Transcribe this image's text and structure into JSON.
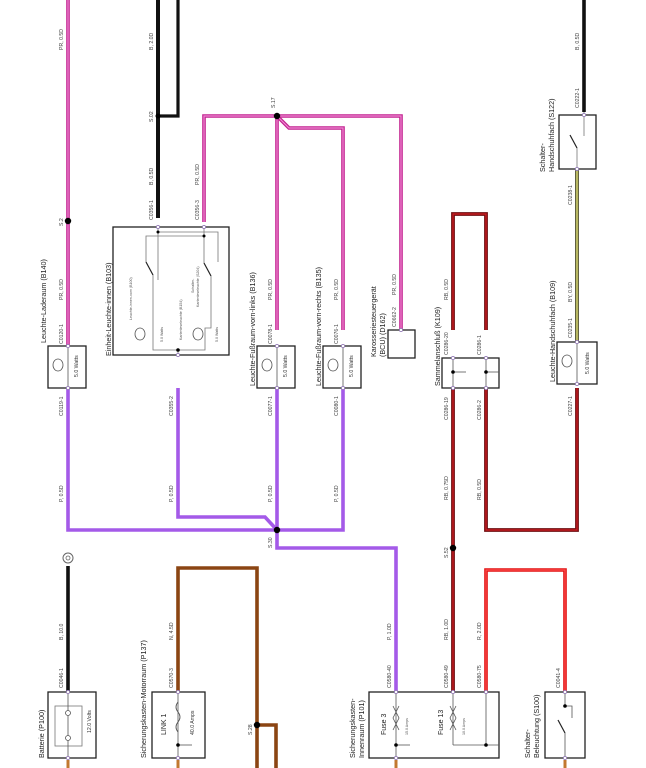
{
  "colors": {
    "black": "#111111",
    "pink": "#c2228f",
    "pink_core": "#f08ad3",
    "violet": "#a45ae8",
    "violet_core": "#c79af0",
    "darkred": "#6e0f12",
    "darkred_core": "#d41d23",
    "red": "#e01010",
    "red_core": "#ff5050",
    "brown": "#8b4513",
    "brown_core": "#c2782f",
    "yellow": "#3a3a10",
    "yellow_core": "#d8d878"
  },
  "components": {
    "b140": {
      "name": "Leuchte-Laderaum (B140)",
      "rating": "5.0 Watts"
    },
    "b103": {
      "name": "Einheit-Leuchte-innen (B103)",
      "sub1": "Leuchte-innen-vorn (B100)",
      "sub2": "Kartenleseleuchte (B154)",
      "sub3a": "Schalter-",
      "sub3b": "Kartenleseleuchte (S204)",
      "r1": "5.0 Watts",
      "r2": "5.0 Watts"
    },
    "b136": {
      "name": "Leuchte-Fußraum-vorn-links (B136)",
      "rating": "5.0 Watts"
    },
    "b135": {
      "name": "Leuchte-Fußraum-vorn-rechts (B135)",
      "rating": "5.0 Watts"
    },
    "d162": {
      "name1": "Karosseriesteuergerät",
      "name2": "(BCU) (D162)"
    },
    "k109": {
      "name": "Sammelanschluß (K109)"
    },
    "b109": {
      "name": "Leuchte-Handschuhfach (B109)",
      "rating": "5.0 Watts"
    },
    "s122": {
      "name1": "Schalter-",
      "name2": "Handschuhfach (S122)"
    },
    "p100": {
      "name": "Batterie (P100)",
      "rating": "12.0 Volts"
    },
    "p137": {
      "name": "Sicherungskasten-Motorraum (P137)",
      "fuse": "LINK 1",
      "rating": "40.0 Amps"
    },
    "p101": {
      "name1": "Sicherungskasten-",
      "name2": "Innenraum (P101)",
      "fuse3": "Fuse 3",
      "fuse3_rating": "15.0 Amps",
      "fuse13": "Fuse 13",
      "fuse13_rating": "10.0 Amps"
    },
    "s100": {
      "name1": "Schalter-",
      "name2": "Beleuchtung (S100)"
    }
  },
  "wire_labels": {
    "w1": "PR, 0.5D",
    "w2": "B, 2.0D",
    "s02": "S.02",
    "s2": "S.2",
    "w3": "B, 0.5D",
    "c0356_1": "C0356-1",
    "w4": "PR, 0.5D",
    "c0356_3": "C0356-3",
    "s17": "S.17",
    "c0120_1": "C0120-1",
    "w5": "PR, 0.5D",
    "c0078_1": "C0078-1",
    "w6": "PR, 0.5D",
    "c0076_1": "C0076-1",
    "w7": "PR, 0.5D",
    "c0662_2": "C0662-2",
    "w8": "PR, 0.5D",
    "c0286_20": "C0286-20",
    "w9": "RB, 0.5D",
    "c0286_1": "C0286-1",
    "c0235_1": "C0235-1",
    "w10": "BY, 0.5D",
    "c0238_1": "C0238-1",
    "c0222_1": "C0222-1",
    "w11": "B, 0.5D",
    "c0119_1": "C0119-1",
    "w12": "P, 0.5D",
    "c0355_2": "C0355-2",
    "w13": "P, 0.5D",
    "c0077_1": "C0077-1",
    "w14": "P, 0.5D",
    "c0080_1": "C0080-1",
    "w15": "P, 0.5D",
    "s30": "S.30",
    "c0286_19": "C0286-19",
    "w16": "RB, 0.75D",
    "c0286_2": "C0286-2",
    "w17": "RB, 0.5D",
    "c0227_1": "C0227-1",
    "s52": "S.52",
    "c0046_1": "C0046-1",
    "w18": "B, 10.0",
    "c0570_3": "C0570-3",
    "w19": "N, 4.5D",
    "s28": "S.28",
    "c0580_40": "C0580-40",
    "w20": "P, 1.0D",
    "c0580_49": "C0580-49",
    "w21": "RB, 1.0D",
    "c0580_75": "C0580-75",
    "w22": "R, 2.0D",
    "c0041_4": "C0041-4"
  }
}
